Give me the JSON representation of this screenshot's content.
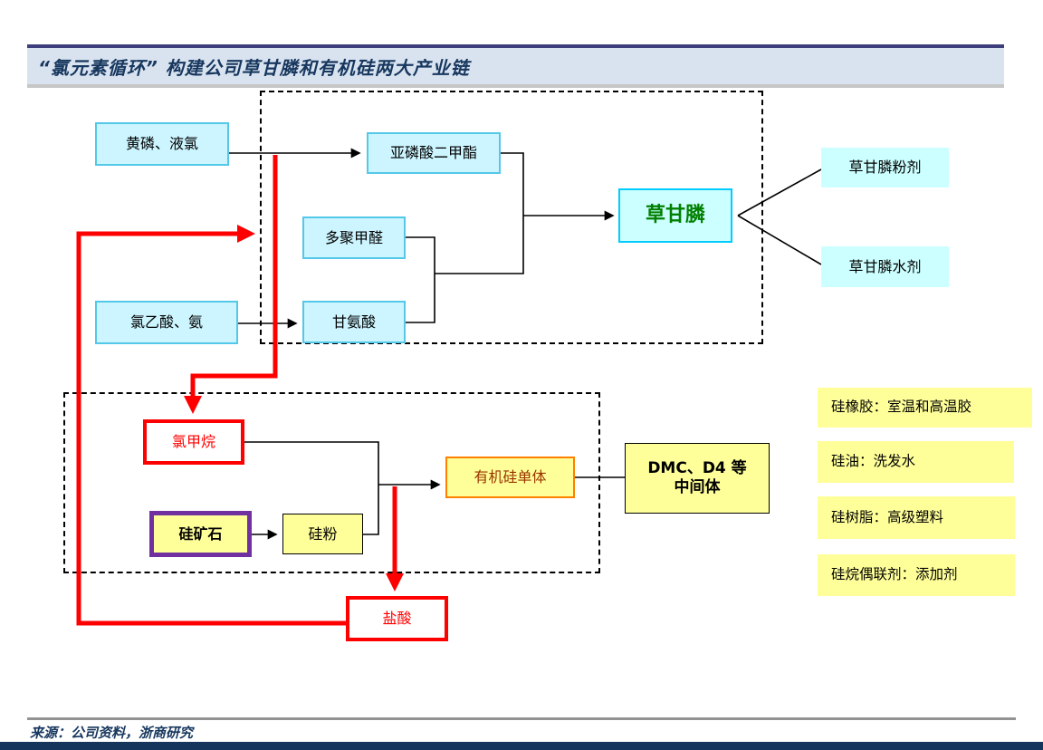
{
  "title": "“氯元素循环” 构建公司草甘膦和有机硅两大产业链",
  "source": "来源：公司资料，浙商研究",
  "nodes": {
    "yellow_phosphorus": {
      "label": "黄磷、液氯"
    },
    "chloroacetic_ammonia": {
      "label": "氯乙酸、氨"
    },
    "dimethyl_phosphite": {
      "label": "亚磷酸二甲酯"
    },
    "paraformaldehyde": {
      "label": "多聚甲醛"
    },
    "glycine": {
      "label": "甘氨酸"
    },
    "glyphosate": {
      "label": "草甘膦"
    },
    "glyphosate_powder": {
      "label": "草甘膦粉剂"
    },
    "glyphosate_liquid": {
      "label": "草甘膦水剂"
    },
    "methyl_chloride": {
      "label": "氯甲烷"
    },
    "silicon_ore": {
      "label": "硅矿石"
    },
    "silicon_powder": {
      "label": "硅粉"
    },
    "silicone_monomer": {
      "label": "有机硅单体"
    },
    "dmc": {
      "line1": "DMC、D4 等",
      "line2": "中间体"
    },
    "hydrochloric_acid": {
      "label": "盐酸"
    }
  },
  "silicone_products": [
    {
      "label": "硅橡胶：室温和高温胶"
    },
    {
      "label": "硅油：洗发水"
    },
    {
      "label": "硅树脂：高级塑料"
    },
    {
      "label": "硅烷偶联剂：添加剂"
    }
  ],
  "colors": {
    "navy_text": "#17375e",
    "title_bg": "#d9e3f0",
    "cyan_fill": "#ccf5ff",
    "cyan_border": "#54c8e8",
    "glyphosate_border": "#00ccff",
    "glyphosate_text": "#008000",
    "yellow_fill": "#ffff99",
    "red": "#ff0000",
    "purple": "#7030a0",
    "orange_border": "#ff8000",
    "monomer_text": "#993300",
    "bottom_bar": "#16355c"
  }
}
